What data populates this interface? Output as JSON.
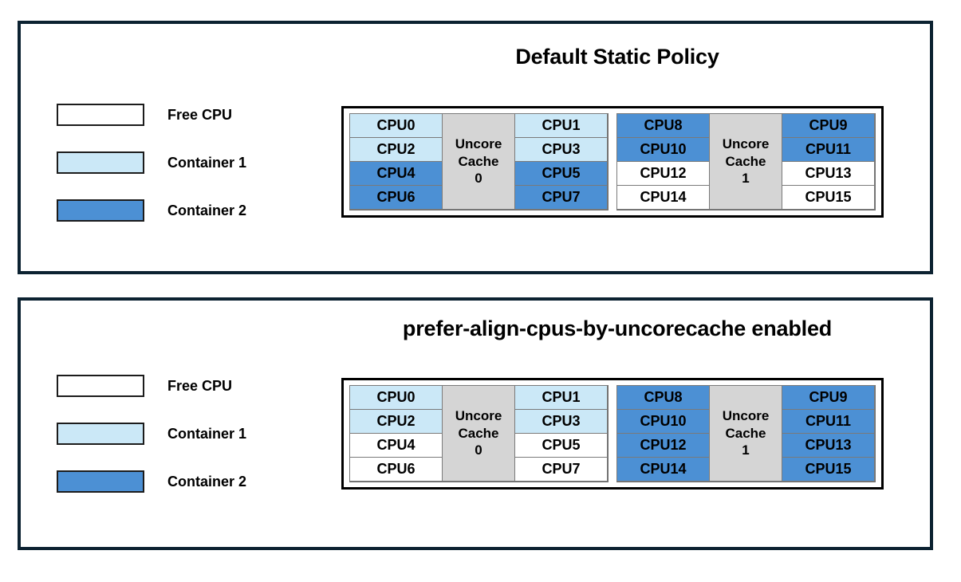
{
  "colors": {
    "panel_border": "#0c2231",
    "free_cpu": "#ffffff",
    "container1": "#cbe8f7",
    "container2": "#4c90d4",
    "cache_box": "#d5d5d5",
    "text": "#000000"
  },
  "panels": [
    {
      "id": "default-static-policy",
      "title": "Default Static Policy",
      "legend": [
        {
          "label": "Free CPU",
          "fill": "free"
        },
        {
          "label": "Container 1",
          "fill": "container1"
        },
        {
          "label": "Container 2",
          "fill": "container2"
        }
      ],
      "groups": [
        {
          "cache_label_line1": "Uncore",
          "cache_label_line2": "Cache",
          "cache_label_line3": "0",
          "left_column": [
            {
              "label": "CPU0",
              "fill": "container1"
            },
            {
              "label": "CPU2",
              "fill": "container1"
            },
            {
              "label": "CPU4",
              "fill": "container2"
            },
            {
              "label": "CPU6",
              "fill": "container2"
            }
          ],
          "right_column": [
            {
              "label": "CPU1",
              "fill": "container1"
            },
            {
              "label": "CPU3",
              "fill": "container1"
            },
            {
              "label": "CPU5",
              "fill": "container2"
            },
            {
              "label": "CPU7",
              "fill": "container2"
            }
          ]
        },
        {
          "cache_label_line1": "Uncore",
          "cache_label_line2": "Cache",
          "cache_label_line3": "1",
          "left_column": [
            {
              "label": "CPU8",
              "fill": "container2"
            },
            {
              "label": "CPU10",
              "fill": "container2"
            },
            {
              "label": "CPU12",
              "fill": "free"
            },
            {
              "label": "CPU14",
              "fill": "free"
            }
          ],
          "right_column": [
            {
              "label": "CPU9",
              "fill": "container2"
            },
            {
              "label": "CPU11",
              "fill": "container2"
            },
            {
              "label": "CPU13",
              "fill": "free"
            },
            {
              "label": "CPU15",
              "fill": "free"
            }
          ]
        }
      ]
    },
    {
      "id": "prefer-align-cpus-by-uncorecache-enabled",
      "title": "prefer-align-cpus-by-uncorecache enabled",
      "legend": [
        {
          "label": "Free CPU",
          "fill": "free"
        },
        {
          "label": "Container 1",
          "fill": "container1"
        },
        {
          "label": "Container 2",
          "fill": "container2"
        }
      ],
      "groups": [
        {
          "cache_label_line1": "Uncore",
          "cache_label_line2": "Cache",
          "cache_label_line3": "0",
          "left_column": [
            {
              "label": "CPU0",
              "fill": "container1"
            },
            {
              "label": "CPU2",
              "fill": "container1"
            },
            {
              "label": "CPU4",
              "fill": "free"
            },
            {
              "label": "CPU6",
              "fill": "free"
            }
          ],
          "right_column": [
            {
              "label": "CPU1",
              "fill": "container1"
            },
            {
              "label": "CPU3",
              "fill": "container1"
            },
            {
              "label": "CPU5",
              "fill": "free"
            },
            {
              "label": "CPU7",
              "fill": "free"
            }
          ]
        },
        {
          "cache_label_line1": "Uncore",
          "cache_label_line2": "Cache",
          "cache_label_line3": "1",
          "left_column": [
            {
              "label": "CPU8",
              "fill": "container2"
            },
            {
              "label": "CPU10",
              "fill": "container2"
            },
            {
              "label": "CPU12",
              "fill": "container2"
            },
            {
              "label": "CPU14",
              "fill": "container2"
            }
          ],
          "right_column": [
            {
              "label": "CPU9",
              "fill": "container2"
            },
            {
              "label": "CPU11",
              "fill": "container2"
            },
            {
              "label": "CPU13",
              "fill": "container2"
            },
            {
              "label": "CPU15",
              "fill": "container2"
            }
          ]
        }
      ]
    }
  ]
}
